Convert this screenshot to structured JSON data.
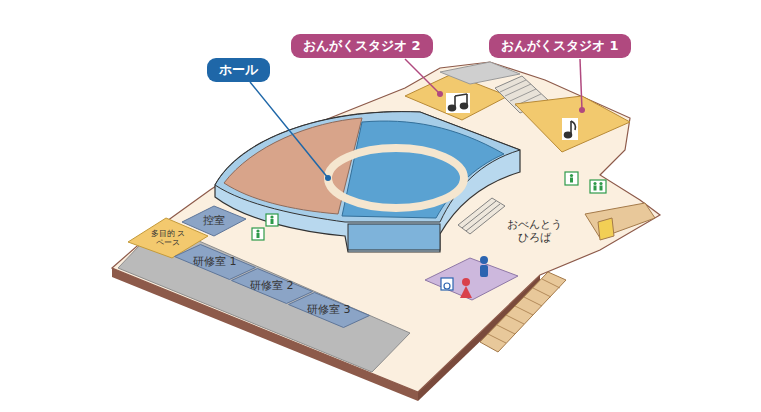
{
  "diagram": {
    "nodes": [
      {
        "text": [
          "ホール"
        ]
      },
      {
        "text": [
          "おんがくスタジオ 2"
        ]
      },
      {
        "text": [
          "おんがくスタジオ 1"
        ]
      }
    ],
    "labels": [
      "控室",
      "多目的 スペース",
      "研修室 1",
      "研修室 2",
      "研修室 3",
      "おべんとう ひろば"
    ]
  }
}
